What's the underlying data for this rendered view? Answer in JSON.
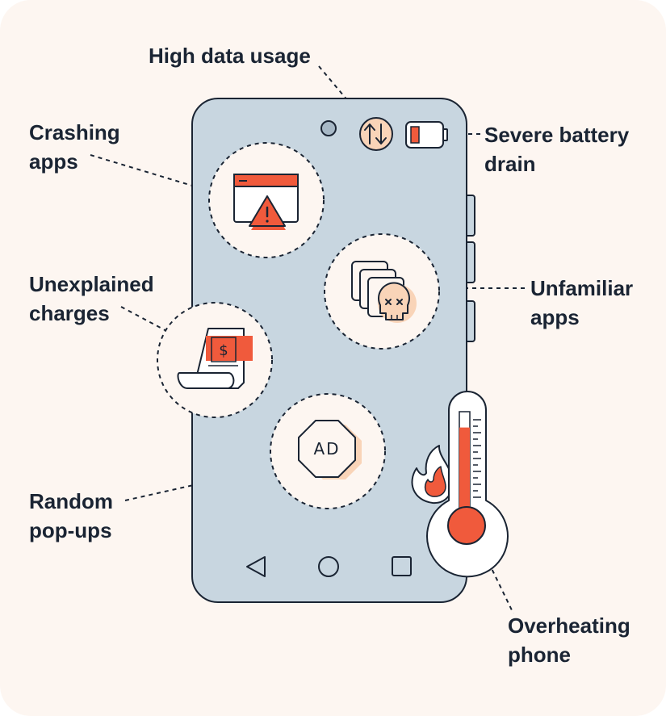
{
  "colors": {
    "background": "#fdf6f1",
    "phone": "#c8d6e0",
    "outline": "#1a2433",
    "accent": "#f05a3c",
    "peach": "#f9d4b8",
    "white": "#ffffff"
  },
  "labels": {
    "high_data_usage": {
      "line1": "High data usage"
    },
    "crashing_apps": {
      "line1": "Crashing",
      "line2": "apps"
    },
    "battery_drain": {
      "line1": "Severe battery",
      "line2": "drain"
    },
    "unexplained_charges": {
      "line1": "Unexplained",
      "line2": "charges"
    },
    "unfamiliar_apps": {
      "line1": "Unfamiliar",
      "line2": "apps"
    },
    "random_popups": {
      "line1": "Random",
      "line2": "pop-ups"
    },
    "overheating_phone": {
      "line1": "Overheating",
      "line2": "phone"
    }
  },
  "phone_icons": {
    "ad_badge": "AD",
    "currency_symbol": "$",
    "nav": [
      "back-triangle-icon",
      "home-circle-icon",
      "recents-square-icon"
    ]
  },
  "thermometer_level": 0.86
}
